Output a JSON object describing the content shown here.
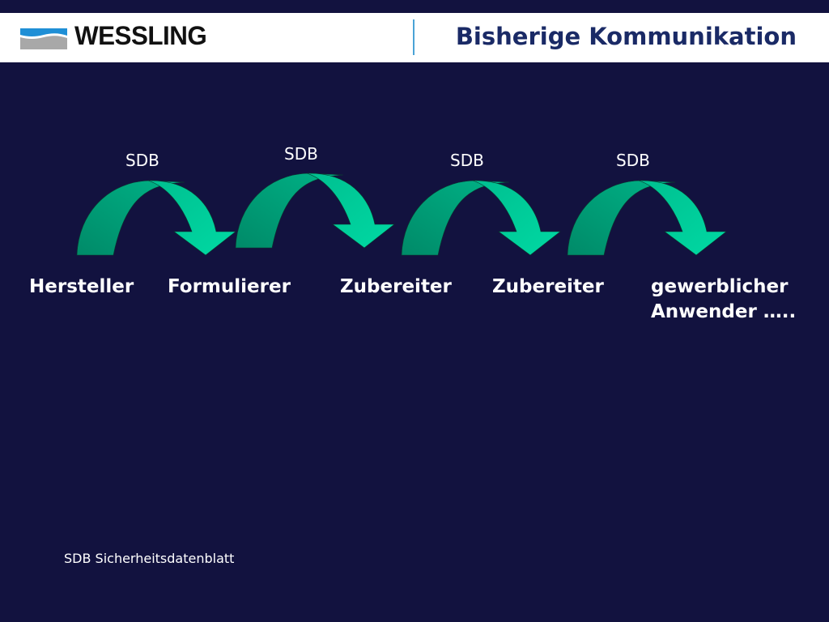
{
  "header": {
    "logo_text": "WESSLING",
    "title": "Bisherige Kommunikation"
  },
  "flow": {
    "arrow_labels": [
      "SDB",
      "SDB",
      "SDB",
      "SDB"
    ],
    "nodes": [
      "Hersteller",
      "Formulierer",
      "Zubereiter",
      "Zubereiter",
      "gewerblicher",
      "Anwender ….."
    ]
  },
  "footnote": "SDB Sicherheitsdatenblatt",
  "colors": {
    "background": "#12123f",
    "arrow_dark": "#00a07a",
    "arrow_light": "#00cc99",
    "title": "#1a2a66"
  }
}
